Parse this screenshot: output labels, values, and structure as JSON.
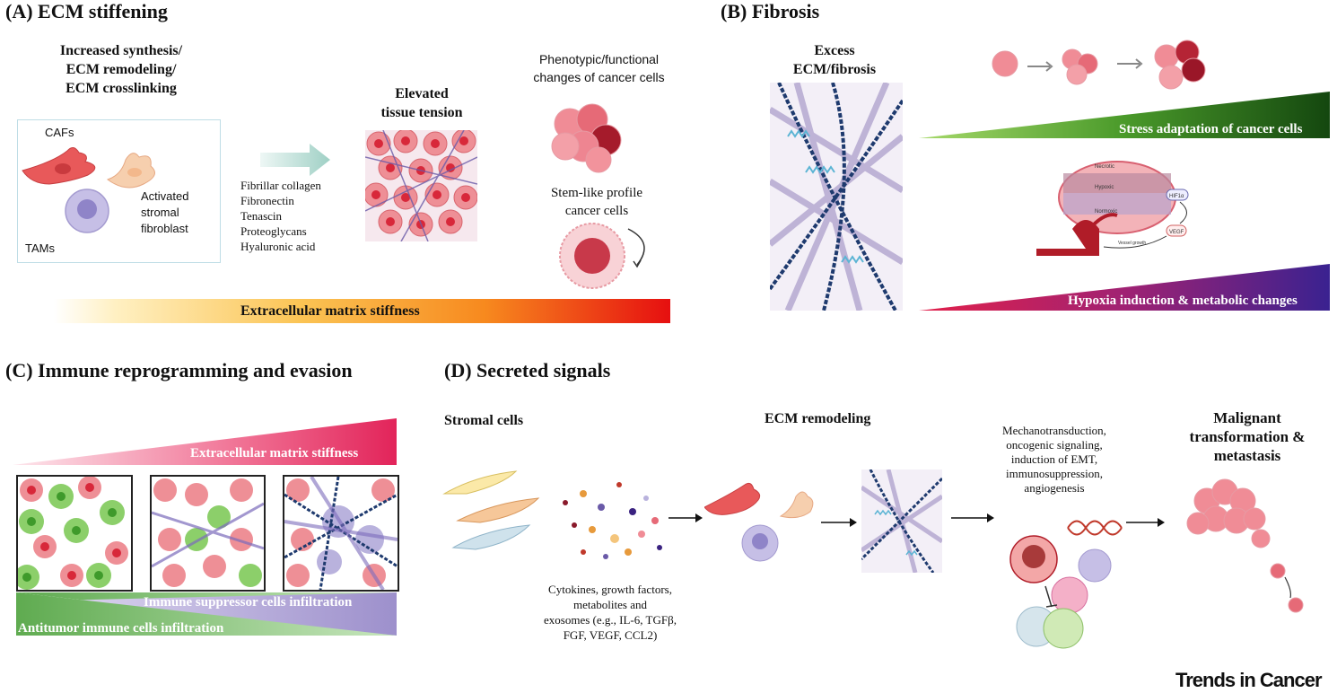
{
  "panelA": {
    "title": "(A) ECM stiffening",
    "header_lines": [
      "Increased synthesis/",
      "ECM remodeling/",
      "ECM crosslinking"
    ],
    "cafs_label": "CAFs",
    "activated_label": [
      "Activated",
      "stromal",
      "fibroblast"
    ],
    "tams_label": "TAMs",
    "components": [
      "Fibrillar collagen",
      "Fibronectin",
      "Tenascin",
      "Proteoglycans",
      "Hyaluronic acid"
    ],
    "tension_label": [
      "Elevated",
      "tissue tension"
    ],
    "phenotypic_label": [
      "Phenotypic/functional",
      "changes of cancer cells"
    ],
    "stemlike_label": [
      "Stem-like profile",
      "cancer cells"
    ],
    "stiffness_bar": "Extracellular matrix stiffness"
  },
  "panelB": {
    "title": "(B) Fibrosis",
    "excess_label": [
      "Excess",
      "ECM/fibrosis"
    ],
    "stress_label": "Stress adaptation of cancer cells",
    "hypoxia_label": "Hypoxia induction & metabolic changes",
    "tumor_zones": [
      "Necrotic",
      "Hypoxic",
      "Normoxic"
    ],
    "hif_label": "HIF1α",
    "vegf_label": "VEGF",
    "vessel_label": "Vessel growth"
  },
  "panelC": {
    "title": "(C) Immune reprogramming and evasion",
    "stiffness_label": "Extracellular matrix stiffness",
    "suppressor_label": "Immune suppressor cells infiltration",
    "antitumor_label": "Antitumor immune cells infiltration"
  },
  "panelD": {
    "title": "(D) Secreted signals",
    "stromal_label": "Stromal cells",
    "ecm_label": "ECM remodeling",
    "signals_label": [
      "Cytokines, growth factors,",
      "metabolites and",
      "exosomes (e.g., IL-6, TGFβ,",
      "FGF, VEGF, CCL2)"
    ],
    "mechano_label": [
      "Mechanotransduction,",
      "oncogenic signaling,",
      "induction of EMT,",
      "immunosuppression,",
      "angiogenesis"
    ],
    "malignant_label": [
      "Malignant",
      "transformation &",
      "metastasis"
    ]
  },
  "brand": "Trends in Cancer",
  "colors": {
    "caf": "#e8595a",
    "fibroblast": "#f4c7a3",
    "tam": "#b9b2dd",
    "cancer": "#e35a66",
    "stiffness_start": "#fff3c4",
    "stiffness_end": "#e60f10",
    "stress": "#1f6b1b",
    "hypoxia": "#4a238f",
    "immune_pink": "#e2245a",
    "suppressor": "#a599cf",
    "antitumor": "#5fab50"
  },
  "icons": [
    "caf-cell-icon",
    "fibroblast-icon",
    "macrophage-icon",
    "tumor-cluster-icon",
    "stem-cell-icon",
    "dna-icon",
    "blood-vessel-icon"
  ]
}
